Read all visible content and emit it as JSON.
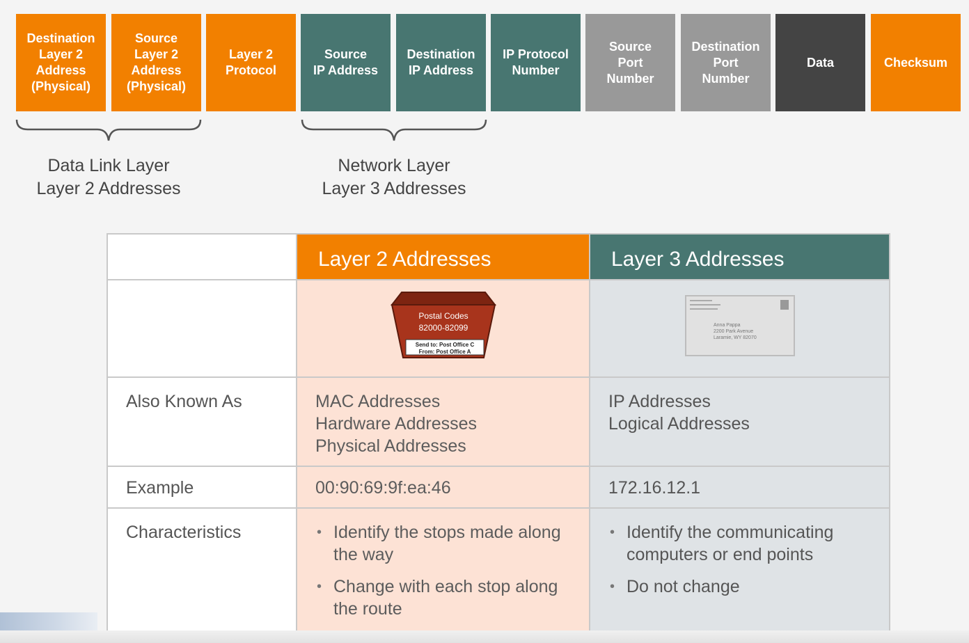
{
  "frame_fields": [
    {
      "id": "dest-l2",
      "text": "Destination\nLayer 2\nAddress\n(Physical)",
      "color": "#f28000"
    },
    {
      "id": "src-l2",
      "text": "Source\nLayer 2\nAddress\n(Physical)",
      "color": "#f28000"
    },
    {
      "id": "l2-protocol",
      "text": "Layer 2\nProtocol",
      "color": "#f28000"
    },
    {
      "id": "src-ip",
      "text": "Source\nIP Address",
      "color": "#487671"
    },
    {
      "id": "dest-ip",
      "text": "Destination\nIP Address",
      "color": "#487671"
    },
    {
      "id": "ip-protocol",
      "text": "IP Protocol\nNumber",
      "color": "#487671"
    },
    {
      "id": "src-port",
      "text": "Source\nPort\nNumber",
      "color": "#999999"
    },
    {
      "id": "dest-port",
      "text": "Destination\nPort\nNumber",
      "color": "#999999"
    },
    {
      "id": "data",
      "text": "Data",
      "color": "#444444"
    },
    {
      "id": "checksum",
      "text": "Checksum",
      "color": "#f28000"
    }
  ],
  "groups": {
    "data_link": {
      "line1": "Data Link Layer",
      "line2": "Layer 2 Addresses"
    },
    "network": {
      "line1": "Network Layer",
      "line2": "Layer 3 Addresses"
    }
  },
  "table": {
    "header_l2": "Layer 2 Addresses",
    "header_l3": "Layer 3 Addresses",
    "box_icon": {
      "line1": "Postal Codes",
      "line2": "82000-82099",
      "line3": "Send to: Post Office C",
      "line4": "From: Post Office A"
    },
    "envelope_icon": {
      "name": "Anna Pappa",
      "street": "2200 Park Avenue",
      "city": "Laramie, WY 82070"
    },
    "rows": {
      "also_known_as": {
        "label": "Also Known As",
        "l2": [
          "MAC Addresses",
          "Hardware Addresses",
          "Physical Addresses"
        ],
        "l3": [
          "IP Addresses",
          "Logical Addresses"
        ]
      },
      "example": {
        "label": "Example",
        "l2": "00:90:69:9f:ea:46",
        "l3": "172.16.12.1"
      },
      "characteristics": {
        "label": "Characteristics",
        "l2": [
          "Identify the stops made along the way",
          "Change with each stop along the route"
        ],
        "l3": [
          "Identify the communicating computers or end points",
          "Do not change"
        ]
      }
    }
  },
  "colors": {
    "orange": "#f28000",
    "teal": "#487671",
    "gray": "#999999",
    "dark": "#444444"
  }
}
